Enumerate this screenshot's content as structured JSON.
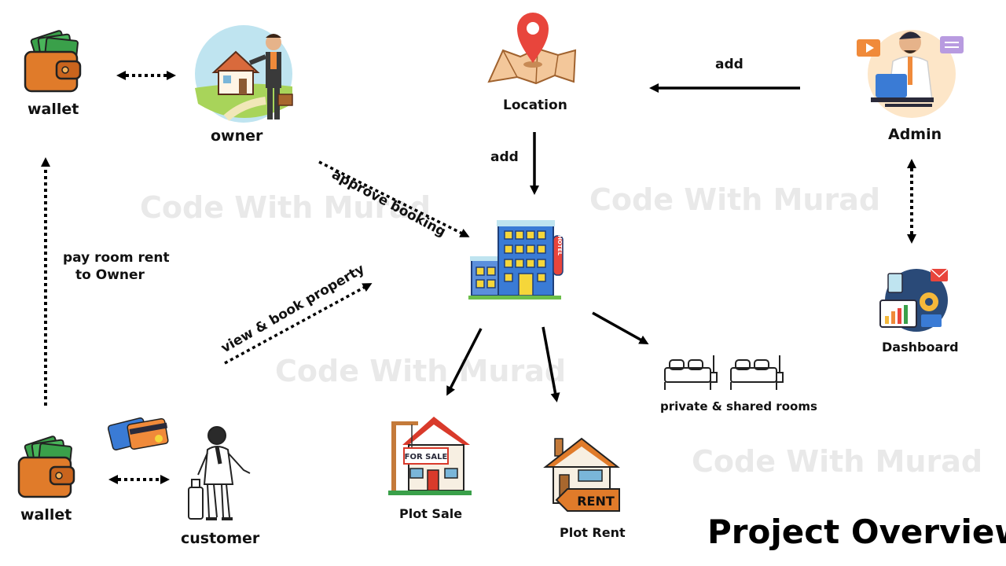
{
  "title": "Project Overview",
  "watermark": "Code With Murad",
  "nodes": {
    "wallet_top": "wallet",
    "owner": "owner",
    "location": "Location",
    "admin": "Admin",
    "dashboard": "Dashboard",
    "rooms": "private & shared rooms",
    "wallet_bottom": "wallet",
    "customer": "customer",
    "plot_sale": "Plot Sale",
    "plot_rent": "Plot Rent"
  },
  "edges": {
    "admin_location": "add",
    "location_hotel": "add",
    "owner_hotel": "approve booking",
    "customer_hotel": "view & book property",
    "pay_rent_line1": "pay room rent",
    "pay_rent_line2": "to Owner"
  },
  "signs": {
    "for_sale": "FOR SALE",
    "rent": "RENT",
    "hotel": "HOTEL"
  },
  "colors": {
    "wallet": "#e07b2a",
    "money": "#3aa04a",
    "hotel_blue": "#3a7bd5",
    "hotel_window": "#f5d63a",
    "pin_red": "#e8453c",
    "roof_red": "#d93a2b",
    "arrow": "#000000",
    "watermark": "#e9e9e9"
  }
}
